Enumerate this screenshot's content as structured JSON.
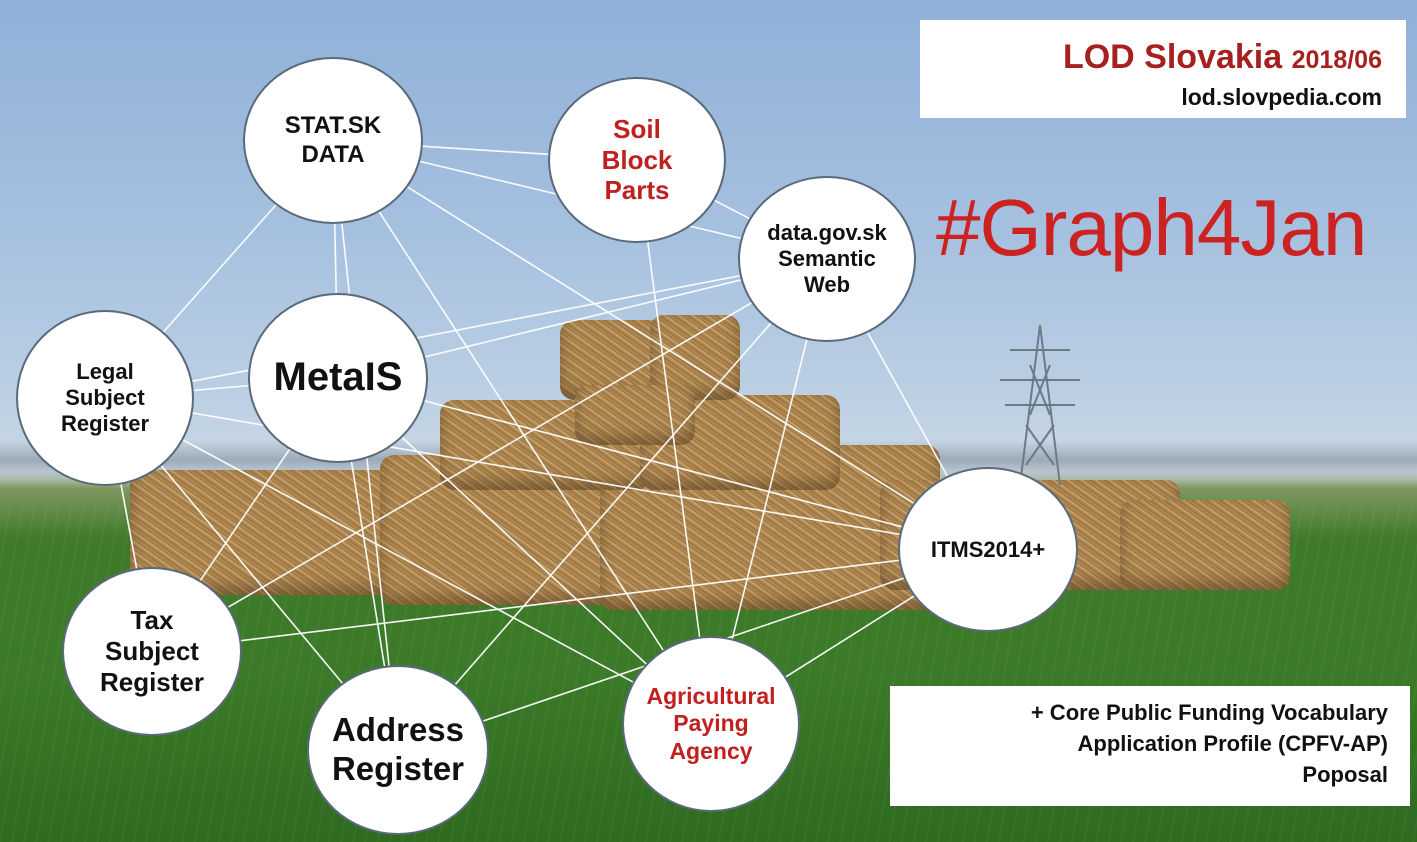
{
  "header": {
    "title": "LOD Slovakia",
    "year": "2018/06",
    "url": "lod.slovpedia.com"
  },
  "hashtag": "#Graph4Jan",
  "note": {
    "line1": "+ Core Public Funding Vocabulary",
    "line2": "Application Profile (CPFV-AP)",
    "line3": "Poposal"
  },
  "nodes": {
    "stat": "STAT.SK\nDATA",
    "soil": "Soil\nBlock\nParts",
    "datagov": "data.gov.sk\nSemantic\nWeb",
    "legal": "Legal\nSubject\nRegister",
    "metais": "MetaIS",
    "itms": "ITMS2014+",
    "tax": "Tax\nSubject\nRegister",
    "address": "Address\nRegister",
    "agri": "Agricultural\nPaying\nAgency"
  },
  "colors": {
    "accent_red": "#c0201f",
    "hashtag_red": "#cc2222",
    "edge": "#ffffff"
  }
}
